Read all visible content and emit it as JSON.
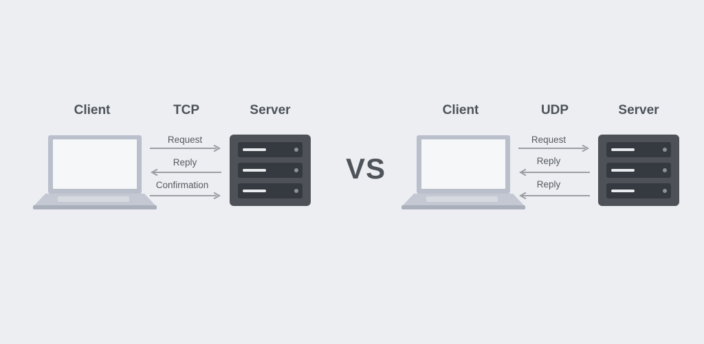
{
  "tcp": {
    "client_label": "Client",
    "protocol_label": "TCP",
    "server_label": "Server",
    "messages": [
      {
        "label": "Request",
        "direction": "to-server"
      },
      {
        "label": "Reply",
        "direction": "to-client"
      },
      {
        "label": "Confirmation",
        "direction": "to-server"
      }
    ]
  },
  "vs_label": "VS",
  "udp": {
    "client_label": "Client",
    "protocol_label": "UDP",
    "server_label": "Server",
    "messages": [
      {
        "label": "Request",
        "direction": "to-server"
      },
      {
        "label": "Reply",
        "direction": "to-client"
      },
      {
        "label": "Reply",
        "direction": "to-client"
      }
    ]
  },
  "colors": {
    "background": "#eceef2",
    "text": "#4d5259",
    "arrow": "#9a9da2",
    "laptop_body": "#b9bfcb",
    "laptop_screen": "#f6f7f9",
    "server_body": "#4e5258",
    "server_slot": "#353a40"
  }
}
